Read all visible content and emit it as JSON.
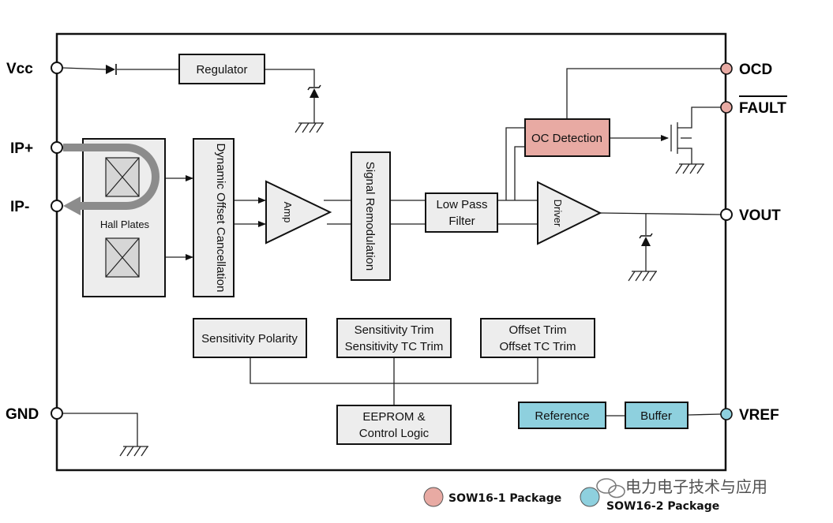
{
  "pins": {
    "vcc": "Vcc",
    "ip_plus": "IP+",
    "ip_minus": "IP-",
    "gnd": "GND",
    "ocd": "OCD",
    "fault": "FAULT",
    "vout": "VOUT",
    "vref": "VREF"
  },
  "blocks": {
    "regulator": "Regulator",
    "hall_plates": "Hall Plates",
    "dynamic_offset": "Dynamic Offset Cancellation",
    "amp": "Amp",
    "signal_remodulation": "Signal Remodulation",
    "low_pass_line1": "Low Pass",
    "low_pass_line2": "Filter",
    "oc_detection": "OC Detection",
    "driver": "Driver",
    "sensitivity_polarity": "Sensitivity Polarity",
    "sensitivity_trim_line1": "Sensitivity Trim",
    "sensitivity_trim_line2": "Sensitivity TC Trim",
    "offset_trim_line1": "Offset Trim",
    "offset_trim_line2": "Offset TC Trim",
    "eeprom_line1": "EEPROM &",
    "eeprom_line2": "Control Logic",
    "reference": "Reference",
    "buffer": "Buffer"
  },
  "legend": {
    "sow16_1": "SOW16-1 Package",
    "sow16_2": "SOW16-2 Package"
  },
  "watermark": "电力电子技术与应用",
  "colors": {
    "sow16_1_pink": "#e8aaa3",
    "sow16_2_blue": "#8ed0de",
    "block_gray": "#ededed"
  }
}
